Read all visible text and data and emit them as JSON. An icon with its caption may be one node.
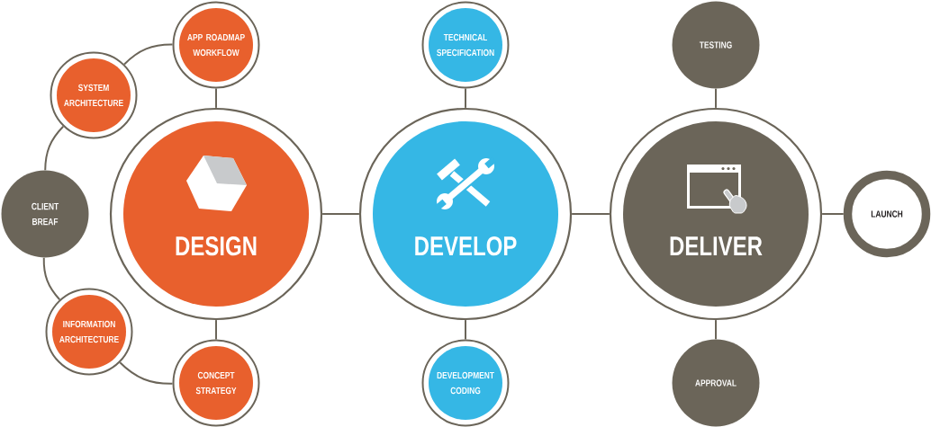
{
  "diagram": {
    "nodes": [
      {
        "text": [
          "CLIENT BREAF"
        ]
      },
      {
        "text": [
          "SYSTEM ARCHITECTURE"
        ]
      },
      {
        "text": [
          "APP ROADMAP WORKFLOW"
        ]
      },
      {
        "text": [
          "DESIGN"
        ]
      },
      {
        "text": [
          "INFORMATION ARCHITECTURE"
        ]
      },
      {
        "text": [
          "CONCEPT STRATEGY"
        ]
      },
      {
        "text": [
          "TECHNICAL SPECIFICATION"
        ]
      },
      {
        "text": [
          "DEVELOP"
        ]
      },
      {
        "text": [
          "DEVELOPMENT CODING"
        ]
      },
      {
        "text": [
          "TESTING"
        ]
      },
      {
        "text": [
          "DELIVER"
        ]
      },
      {
        "text": [
          "APPROVAL"
        ]
      },
      {
        "text": [
          "LAUNCH"
        ]
      }
    ],
    "edges": [
      {
        "from": 0,
        "to": 1,
        "arrow": "none"
      },
      {
        "from": 1,
        "to": 2,
        "arrow": "none"
      },
      {
        "from": 2,
        "to": 3,
        "arrow": "none"
      },
      {
        "from": 0,
        "to": 4,
        "arrow": "none"
      },
      {
        "from": 4,
        "to": 5,
        "arrow": "none"
      },
      {
        "from": 5,
        "to": 3,
        "arrow": "none"
      },
      {
        "from": 3,
        "to": 7,
        "arrow": "none"
      },
      {
        "from": 6,
        "to": 7,
        "arrow": "none"
      },
      {
        "from": 7,
        "to": 8,
        "arrow": "none"
      },
      {
        "from": 7,
        "to": 10,
        "arrow": "none"
      },
      {
        "from": 9,
        "to": 10,
        "arrow": "none"
      },
      {
        "from": 10,
        "to": 11,
        "arrow": "none"
      },
      {
        "from": 10,
        "to": 12,
        "arrow": "none"
      }
    ]
  }
}
